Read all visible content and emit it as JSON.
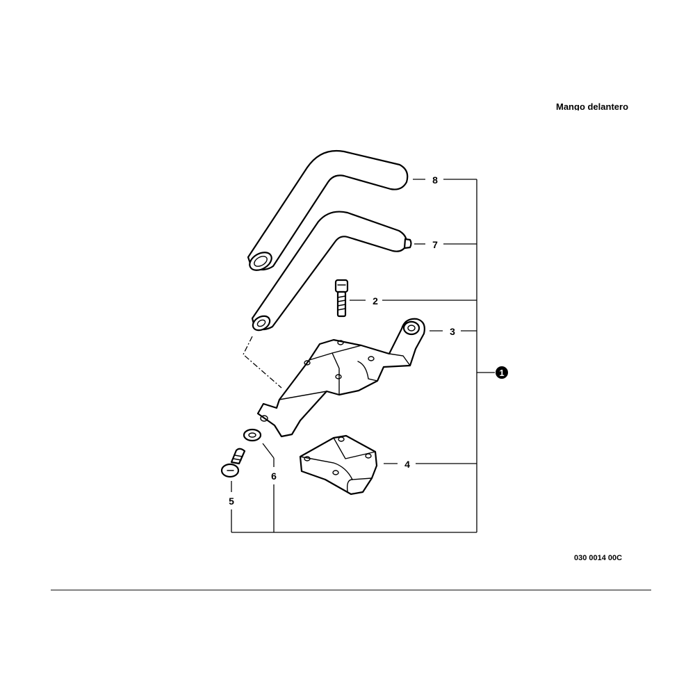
{
  "title": "Mango delantero",
  "figure_code": "030 0014 00C",
  "assembly_label": "1",
  "callouts": {
    "c8": "8",
    "c7": "7",
    "c2": "2",
    "c3": "3",
    "c4": "4",
    "c5": "5",
    "c6": "6"
  }
}
